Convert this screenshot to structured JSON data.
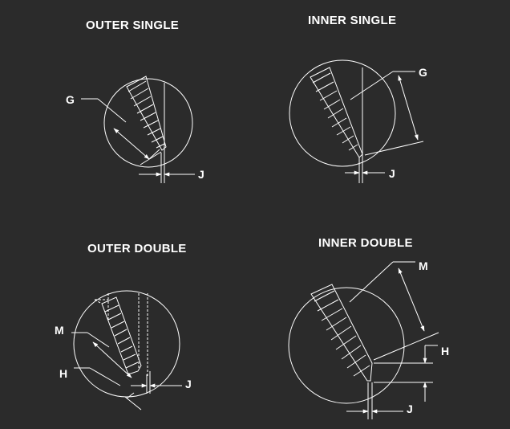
{
  "panels": {
    "outer_single": {
      "title": "OUTER SINGLE",
      "labels": {
        "g": "G",
        "j": "J"
      }
    },
    "inner_single": {
      "title": "INNER SINGLE",
      "labels": {
        "g": "G",
        "j": "J"
      }
    },
    "outer_double": {
      "title": "OUTER DOUBLE",
      "labels": {
        "m": "M",
        "h": "H",
        "j": "J"
      }
    },
    "inner_double": {
      "title": "INNER DOUBLE",
      "labels": {
        "m": "M",
        "h": "H",
        "j": "J"
      }
    }
  }
}
